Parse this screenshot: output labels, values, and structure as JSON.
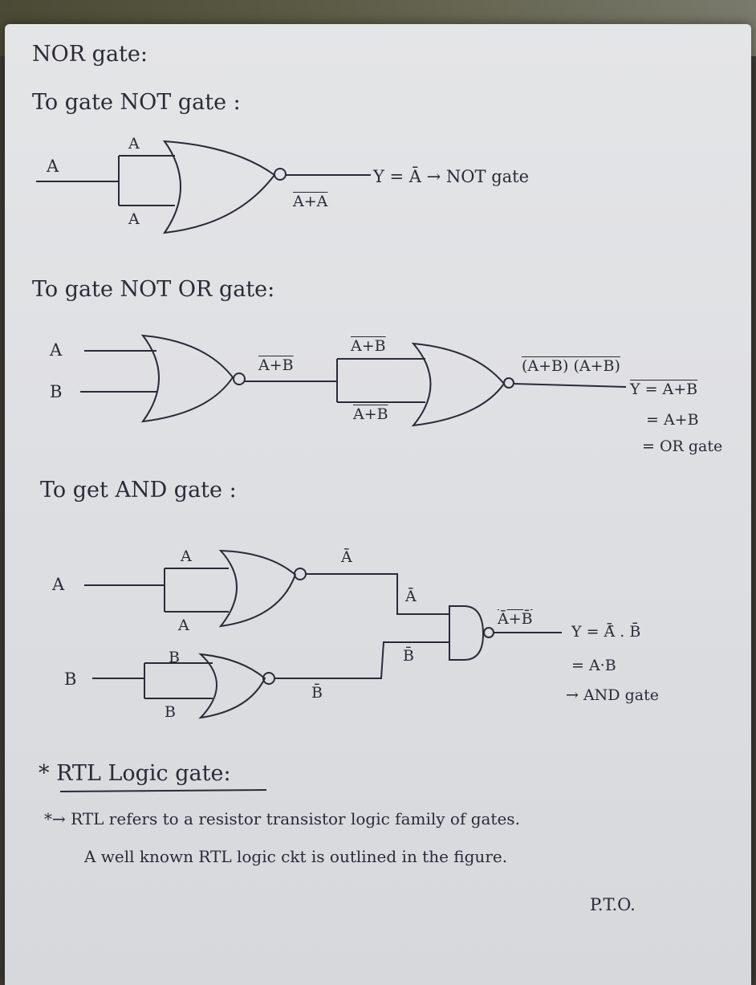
{
  "headings": {
    "title": "NOR gate:",
    "not_section": "To gate NOT gate :",
    "or_section": "To gate NOT OR gate:",
    "and_section": "To get AND gate :",
    "rtl_heading": "* RTL Logic gate:"
  },
  "not_circuit": {
    "input": "A",
    "branch_top": "A",
    "branch_bottom": "A",
    "output_expr": "A+A",
    "result": "Y = Ā → NOT gate"
  },
  "or_circuit": {
    "input_a": "A",
    "input_b": "B",
    "stage1_output": "A+B",
    "branch_top": "A+B",
    "branch_bottom": "A+B",
    "stage2_output": "(A+B) (A+B)",
    "result_line1": "Y = A+B",
    "result_line2": "= A+B",
    "result_line3": "= OR gate"
  },
  "and_circuit": {
    "input_a": "A",
    "input_b": "B",
    "gate1_top": "A",
    "gate1_bottom": "A",
    "gate1_out": "Ā",
    "gate1_out_branch": "Ā",
    "gate2_top": "B",
    "gate2_bottom": "B",
    "gate2_out": "B̄",
    "gate2_out_branch": "B̄",
    "final_output": "Ā+B̄",
    "result_line1": "Y = Ā̄ . B̄̄",
    "result_line2": "= A·B",
    "result_line3": "→ AND gate"
  },
  "rtl_text": {
    "line1": "*→ RTL refers to a resistor transistor logic family of gates.",
    "line2": "A well known RTL logic ckt is outlined in the figure.",
    "pto": "P.T.O."
  }
}
